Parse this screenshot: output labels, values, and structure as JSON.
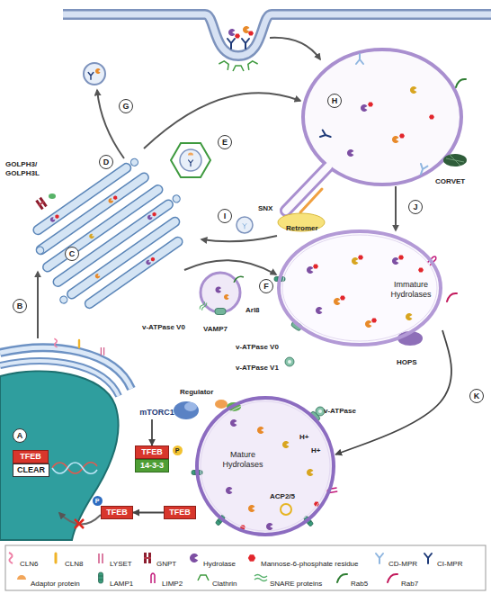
{
  "diagram": {
    "nodes": [
      {
        "text": [
          "Immature Hydrolases"
        ]
      },
      {
        "text": [
          "mTORC1"
        ]
      },
      {
        "text": [
          "TFEB"
        ]
      },
      {
        "text": [
          "CLEAR"
        ]
      },
      {
        "text": [
          "TFEB"
        ]
      },
      {
        "text": [
          "14-3-3"
        ]
      },
      {
        "text": [
          "Mature Hydrolases"
        ]
      },
      {
        "text": [
          "TFEB"
        ]
      },
      {
        "text": [
          "TFEB"
        ]
      }
    ],
    "edges": [
      {
        "from": 0,
        "to": 6,
        "arrow": "to"
      },
      {
        "from": 1,
        "to": 4,
        "arrow": "to"
      },
      {
        "from": 8,
        "to": 7,
        "arrow": "to"
      }
    ],
    "labels": [
      "G",
      "H",
      "D",
      "E",
      "GOLPH3/ GOLPH3L",
      "CORVET",
      "SNX",
      "J",
      "I",
      "Retromer",
      "C",
      "F",
      "Arl8",
      "B",
      "v-ATPase V0",
      "VAMP7",
      "v-ATPase V0",
      "HOPS",
      "v-ATPase V1",
      "Regulator",
      "K",
      "v-ATPase",
      "H+",
      "A",
      "H+",
      "P",
      "ACP2/5",
      "P"
    ],
    "legend": [
      {
        "text": "CLN6"
      },
      {
        "text": "CLN8"
      },
      {
        "text": "LYSET"
      },
      {
        "text": "GNPT"
      },
      {
        "text": "Hydrolase"
      },
      {
        "text": "Mannose-6-phosphate residue"
      },
      {
        "text": "CD-MPR"
      },
      {
        "text": "CI-MPR"
      },
      {
        "text": "Adaptor protein"
      },
      {
        "text": "LAMP1"
      },
      {
        "text": "LIMP2"
      },
      {
        "text": "Clathrin"
      },
      {
        "text": "SNARE proteins"
      },
      {
        "text": "Rab5"
      },
      {
        "text": "Rab7"
      }
    ]
  }
}
